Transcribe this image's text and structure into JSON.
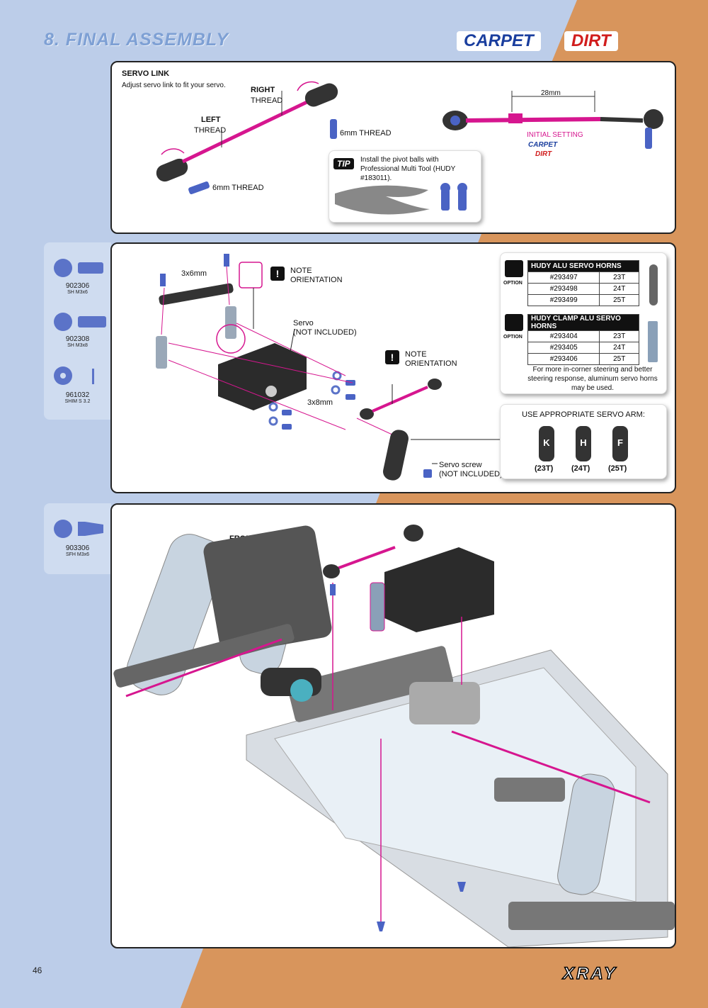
{
  "colors": {
    "blue_bg": "#bccde9",
    "orange_bg": "#d8955c",
    "accent_pink": "#d6168f",
    "part_blue": "#4a63c4"
  },
  "header": {
    "title": "8. FINAL ASSEMBLY",
    "badge_carpet": "CARPET",
    "badge_dirt": "DIRT"
  },
  "panel1": {
    "title": "SERVO LINK",
    "subtitle": "Adjust servo link to fit your servo.",
    "right_thread": "RIGHT",
    "right_thread_2": "THREAD",
    "left_thread": "LEFT",
    "left_thread_2": "THREAD",
    "thread_1": "6mm THREAD",
    "thread_2": "6mm THREAD",
    "dim": "28mm",
    "initial": "INITIAL SETTING",
    "initial_carpet": "CARPET",
    "initial_dirt": "DIRT",
    "tip_label": "TIP",
    "tip_text": "Install the pivot balls with Professional Multi Tool (HUDY #183011)."
  },
  "panel2": {
    "parts": [
      {
        "code": "902306",
        "desc": "SH M3x6"
      },
      {
        "code": "902308",
        "desc": "SH M3x8"
      },
      {
        "code": "961032",
        "desc": "SHIM S 3.2"
      }
    ],
    "dim_3x6": "3x6mm",
    "dim_3x8": "3x8mm",
    "note_1": "NOTE",
    "note_1b": "ORIENTATION",
    "note_2": "NOTE",
    "note_2b": "ORIENTATION",
    "servo": "Servo",
    "servo_ni": "(NOT INCLUDED)",
    "screw": "Servo screw",
    "screw_ni": "(NOT INCLUDED)",
    "option": "OPTION",
    "option2": "OPTION",
    "table1": {
      "title": "HUDY ALU SERVO HORNS",
      "rows": [
        [
          "#293497",
          "23T"
        ],
        [
          "#293498",
          "24T"
        ],
        [
          "#293499",
          "25T"
        ]
      ]
    },
    "table2": {
      "title": "HUDY CLAMP ALU SERVO HORNS",
      "rows": [
        [
          "#293404",
          "23T"
        ],
        [
          "#293405",
          "24T"
        ],
        [
          "#293406",
          "25T"
        ]
      ]
    },
    "option_note": "For more in-corner steering and better steering response, aluminum servo horns may be used.",
    "arm_title": "USE APPROPRIATE SERVO ARM:",
    "arms": [
      {
        "letter": "K",
        "teeth": "(23T)"
      },
      {
        "letter": "H",
        "teeth": "(24T)"
      },
      {
        "letter": "F",
        "teeth": "(25T)"
      }
    ]
  },
  "panel3": {
    "parts": [
      {
        "code": "903306",
        "desc": "SFH M3x6"
      }
    ],
    "front": "FRONT"
  },
  "footer": {
    "page": "46",
    "brand": "XRAY"
  }
}
